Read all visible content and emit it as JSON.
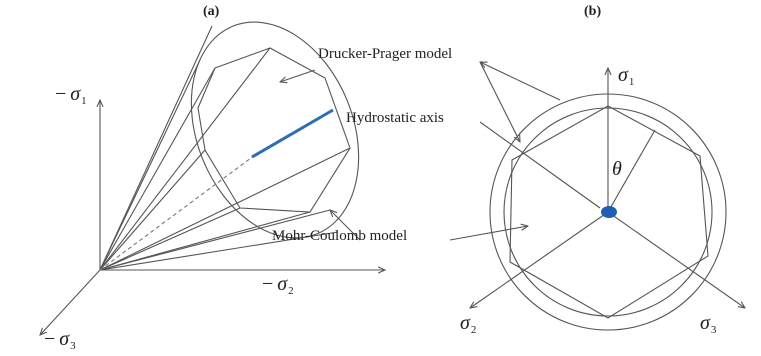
{
  "panels": {
    "a": "(a)",
    "b": "(b)"
  },
  "labels": {
    "drucker_prager": "Drucker-Prager model",
    "hydrostatic": "Hydrostatic axis",
    "mohr_coulomb": "Mohr-Coulomb model"
  },
  "axes_a": {
    "s1": {
      "sign": "−",
      "symbol": "σ",
      "sub": "1"
    },
    "s2": {
      "sign": "−",
      "symbol": "σ",
      "sub": "2"
    },
    "s3": {
      "sign": "−",
      "symbol": "σ",
      "sub": "3"
    }
  },
  "axes_b": {
    "s1": {
      "symbol": "σ",
      "sub": "1"
    },
    "s2": {
      "symbol": "σ",
      "sub": "2"
    },
    "s3": {
      "symbol": "σ",
      "sub": "3"
    },
    "theta": "θ"
  },
  "colors": {
    "line": "#555555",
    "hydrostatic_axis": "#2e6db3",
    "dot": "#1f5fb5"
  }
}
